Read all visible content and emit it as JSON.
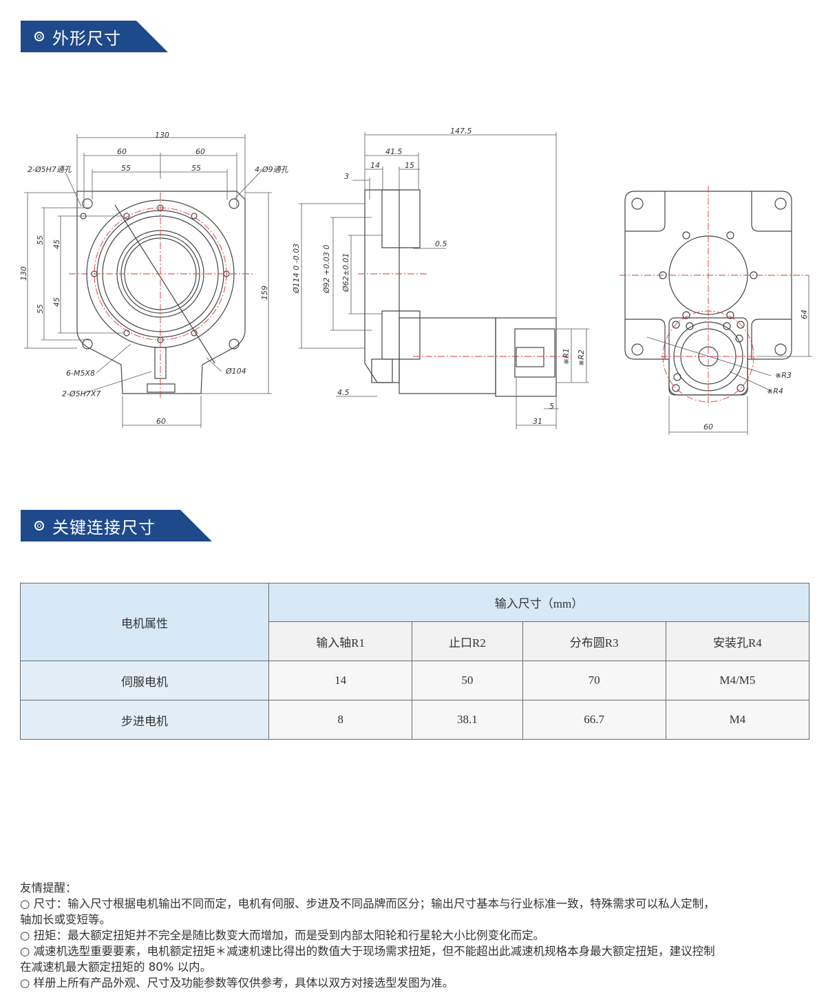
{
  "sections": {
    "outline_title": "外形尺寸",
    "connection_title": "关键连接尺寸"
  },
  "drawing": {
    "front": {
      "w130": "130",
      "w60a": "60",
      "w60b": "60",
      "w55a": "55",
      "w55b": "55",
      "h130": "130",
      "h55a": "55",
      "h55b": "55",
      "h45a": "45",
      "h45b": "45",
      "h159": "159",
      "hole_pin": "2-Ø5H7通孔",
      "hole_thru": "4-Ø9通孔",
      "thread": "6-M5X8",
      "pin2": "2-Ø5H7X7",
      "pcd": "Ø104",
      "bottom60": "60"
    },
    "side": {
      "total": "147.5",
      "d41": "41.5",
      "d14": "14",
      "d15": "15",
      "d3": "3",
      "d05": "0.5",
      "dia114": "Ø114 0 -0.03",
      "dia92": "Ø92 +0.03 0",
      "dia62": "Ø62±0.01",
      "d45": "4.5",
      "r1": "※R1",
      "r2": "※R2",
      "d5": "5",
      "d31": "31"
    },
    "rear": {
      "d64": "64",
      "r3": "※R3",
      "r4": "※R4",
      "d60": "60"
    }
  },
  "table": {
    "motor_attr": "电机属性",
    "input_size": "输入尺寸（mm）",
    "cols": [
      "输入轴R1",
      "止口R2",
      "分布圆R3",
      "安装孔R4"
    ],
    "rows": [
      {
        "label": "伺服电机",
        "values": [
          "14",
          "50",
          "70",
          "M4/M5"
        ]
      },
      {
        "label": "步进电机",
        "values": [
          "8",
          "38.1",
          "66.7",
          "M4"
        ]
      }
    ]
  },
  "notes": {
    "heading": "友情提醒：",
    "lines": [
      "○ 尺寸：输入尺寸根据电机输出不同而定，电机有伺服、步进及不同品牌而区分；输出尺寸基本与行业标准一致，特殊需求可以私人定制，",
      "轴加长或变短等。",
      "○ 扭矩：最大额定扭矩并不完全是随比数变大而增加，而是受到内部太阳轮和行星轮大小比例变化而定。",
      "○ 减速机选型重要要素，电机额定扭矩＊减速机速比得出的数值大于现场需求扭矩，但不能超出此减速机规格本身最大额定扭矩，建议控制",
      "在减速机最大额定扭矩的 80% 以内。",
      "○ 样册上所有产品外观、尺寸及功能参数等仅供参考，具体以双方对接选型发图为准。"
    ]
  }
}
